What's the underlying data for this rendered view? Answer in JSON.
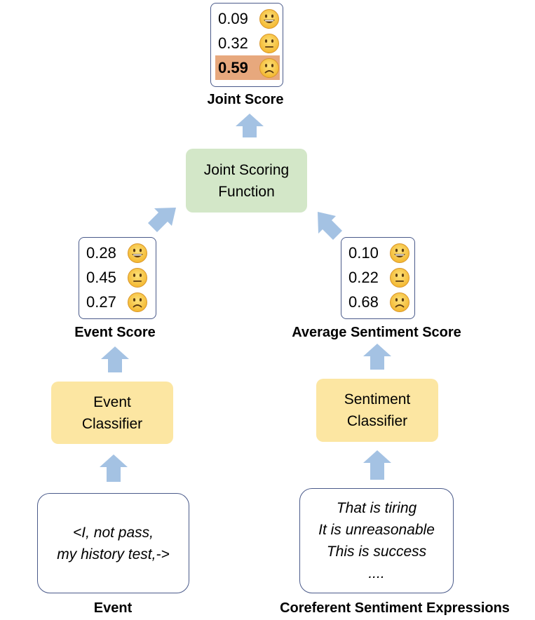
{
  "joint_score": {
    "label": "Joint Score",
    "rows": [
      {
        "value": "0.09",
        "icon": "grinning-face-icon"
      },
      {
        "value": "0.32",
        "icon": "neutral-face-icon"
      },
      {
        "value": "0.59",
        "icon": "frowning-face-icon",
        "highlight": true
      }
    ]
  },
  "joint_scoring_function": {
    "line1": "Joint Scoring",
    "line2": "Function"
  },
  "event_score": {
    "label": "Event Score",
    "rows": [
      {
        "value": "0.28",
        "icon": "grinning-face-icon"
      },
      {
        "value": "0.45",
        "icon": "neutral-face-icon"
      },
      {
        "value": "0.27",
        "icon": "frowning-face-icon"
      }
    ]
  },
  "sentiment_score": {
    "label": "Average Sentiment Score",
    "rows": [
      {
        "value": "0.10",
        "icon": "grinning-face-icon"
      },
      {
        "value": "0.22",
        "icon": "neutral-face-icon"
      },
      {
        "value": "0.68",
        "icon": "frowning-face-icon"
      }
    ]
  },
  "event_classifier": {
    "line1": "Event",
    "line2": "Classifier"
  },
  "sentiment_classifier": {
    "line1": "Sentiment",
    "line2": "Classifier"
  },
  "event_input": {
    "line1": "<I, not pass,",
    "line2": "my history test,->",
    "label": "Event"
  },
  "sentiment_input": {
    "lines": [
      "That is tiring",
      "It is unreasonable",
      "This is success",
      "...."
    ],
    "label": "Coreferent Sentiment Expressions"
  },
  "colors": {
    "arrow": "#a4c2e3",
    "green_box": "#d3e7c8",
    "yellow_box": "#fce6a2",
    "highlight": "#e7a87d",
    "border": "#4a5a8a"
  }
}
